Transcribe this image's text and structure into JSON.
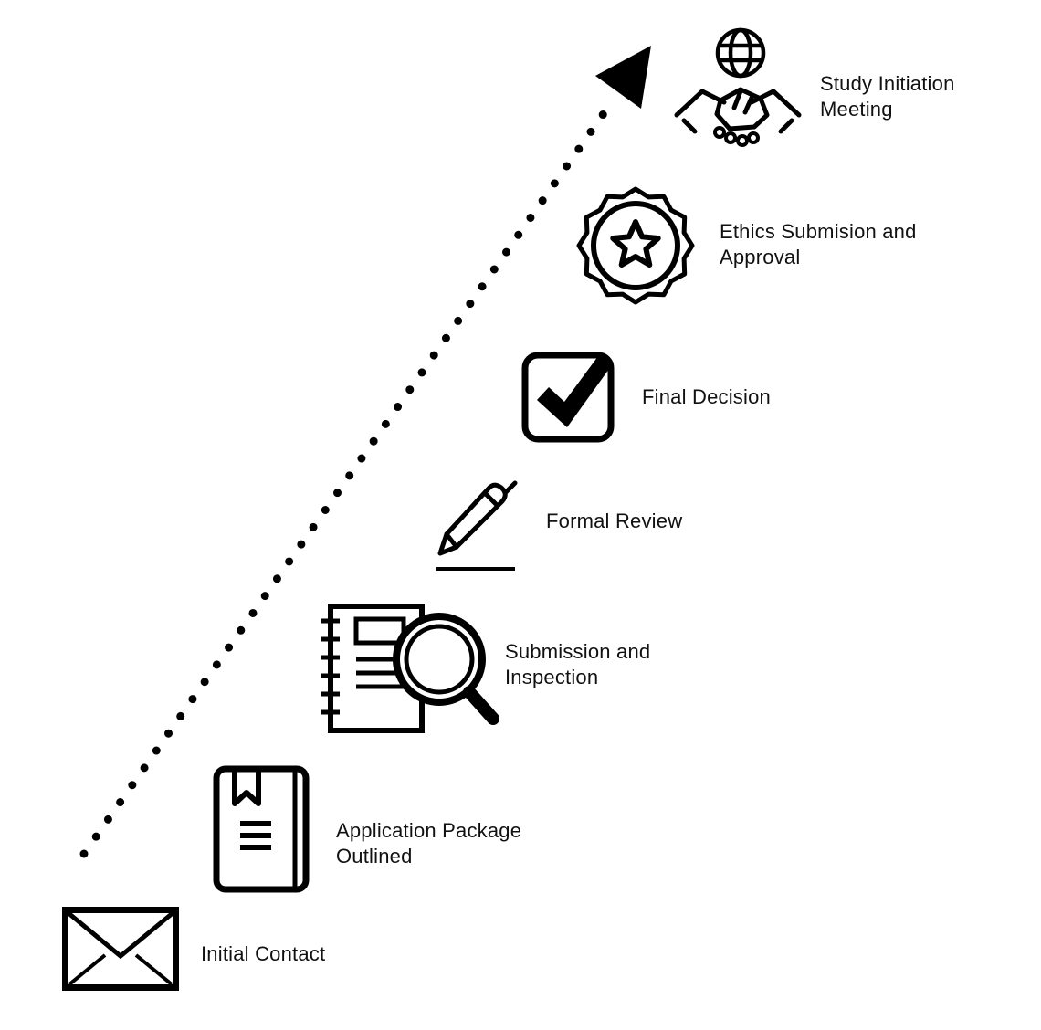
{
  "diagram": {
    "type": "process-steps",
    "colors": {
      "foreground": "#000000",
      "background": "#ffffff"
    },
    "arrow": {
      "style": "dotted",
      "direction": "bottom-left-to-top-right",
      "icon": "arrowhead-icon"
    },
    "steps": [
      {
        "order": 1,
        "label": "Initial Contact",
        "icon": "envelope-icon"
      },
      {
        "order": 2,
        "label": "Application Package Outlined",
        "icon": "book-bookmark-icon"
      },
      {
        "order": 3,
        "label": "Submission and Inspection",
        "icon": "notebook-magnifier-icon"
      },
      {
        "order": 4,
        "label": "Formal Review",
        "icon": "pen-icon"
      },
      {
        "order": 5,
        "label": "Final Decision",
        "icon": "checkbox-checkmark-icon"
      },
      {
        "order": 6,
        "label": "Ethics Submision and Approval",
        "icon": "seal-star-icon"
      },
      {
        "order": 7,
        "label": "Study Initiation Meeting",
        "icon": "handshake-globe-icon"
      }
    ]
  }
}
